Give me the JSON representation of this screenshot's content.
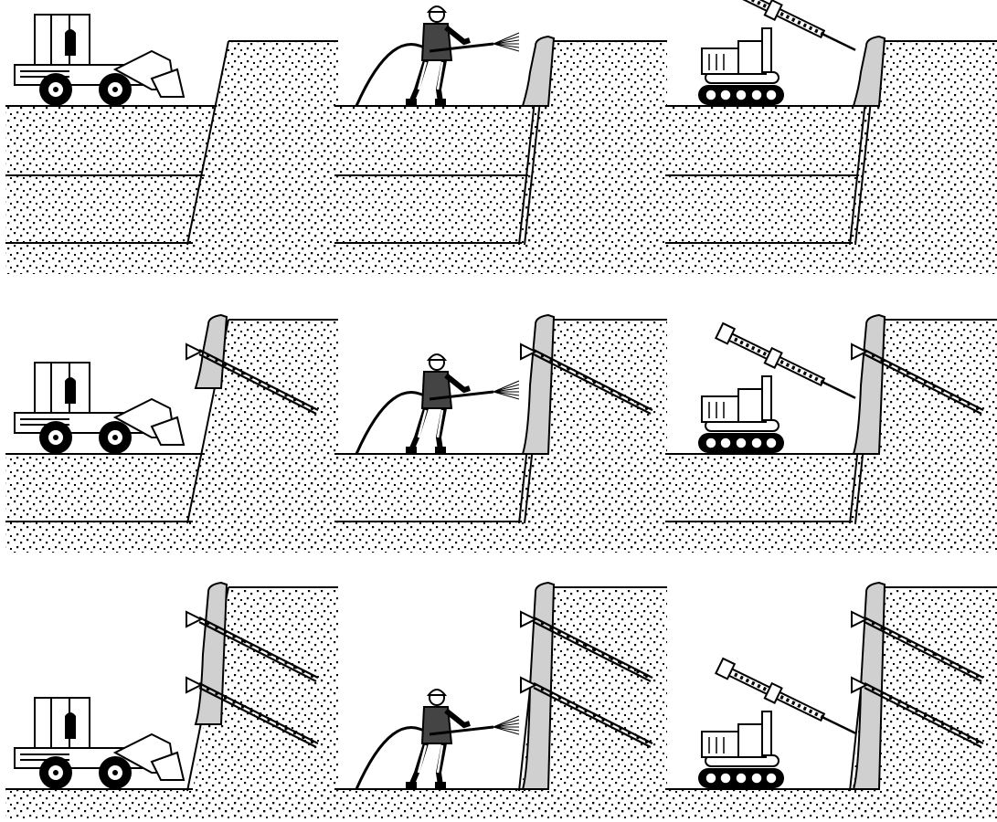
{
  "figure": {
    "rows": [
      {
        "stage": "excavation-lift-1",
        "cells": [
          "loader",
          "shotcrete",
          "drill"
        ],
        "nails": 0
      },
      {
        "stage": "excavation-lift-2",
        "cells": [
          "loader",
          "shotcrete",
          "drill"
        ],
        "nails": 1
      },
      {
        "stage": "excavation-lift-3",
        "cells": [
          "loader",
          "shotcrete",
          "drill"
        ],
        "nails": 2
      }
    ]
  },
  "colors": {
    "ink": "#000000",
    "paper": "#ffffff",
    "shotcrete": "#d0d0d0",
    "soil_dots": "#000000"
  }
}
